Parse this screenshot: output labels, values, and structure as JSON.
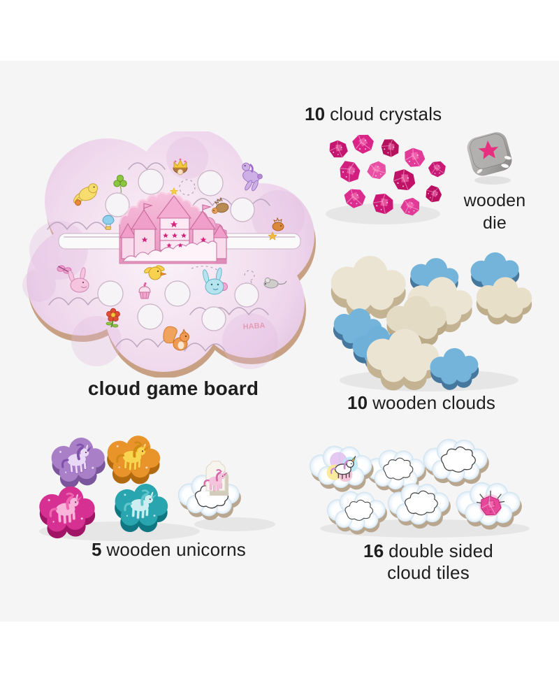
{
  "sections": {
    "board": {
      "label": "cloud game board",
      "logo": "HABA"
    },
    "crystals": {
      "count": "10",
      "label": "cloud crystals"
    },
    "die": {
      "line1": "wooden",
      "line2": "die"
    },
    "clouds": {
      "count": "10",
      "label": "wooden clouds"
    },
    "unicorns": {
      "count": "5",
      "label": "wooden unicorns"
    },
    "tiles": {
      "count": "16",
      "line1": "double sided",
      "line2": "cloud tiles"
    }
  },
  "colors": {
    "page_background": "#ffffff",
    "panel_background": "#f5f5f5",
    "label_text": "#1e1e1e",
    "board_pink": "#f0ddee",
    "castle_pink": "#efa5cb",
    "crystal_magenta": "#d6218a",
    "die_gray": "#a5a2a2",
    "die_star_pink": "#e62f7e",
    "cloud_cream": "#ece4d2",
    "cloud_blue": "#74b4da",
    "unicorn_purple": "#a980c8",
    "unicorn_orange": "#e9932b",
    "unicorn_magenta": "#d63092",
    "unicorn_teal": "#28a5ae",
    "tile_edge_blue": "#c9e0ef"
  }
}
